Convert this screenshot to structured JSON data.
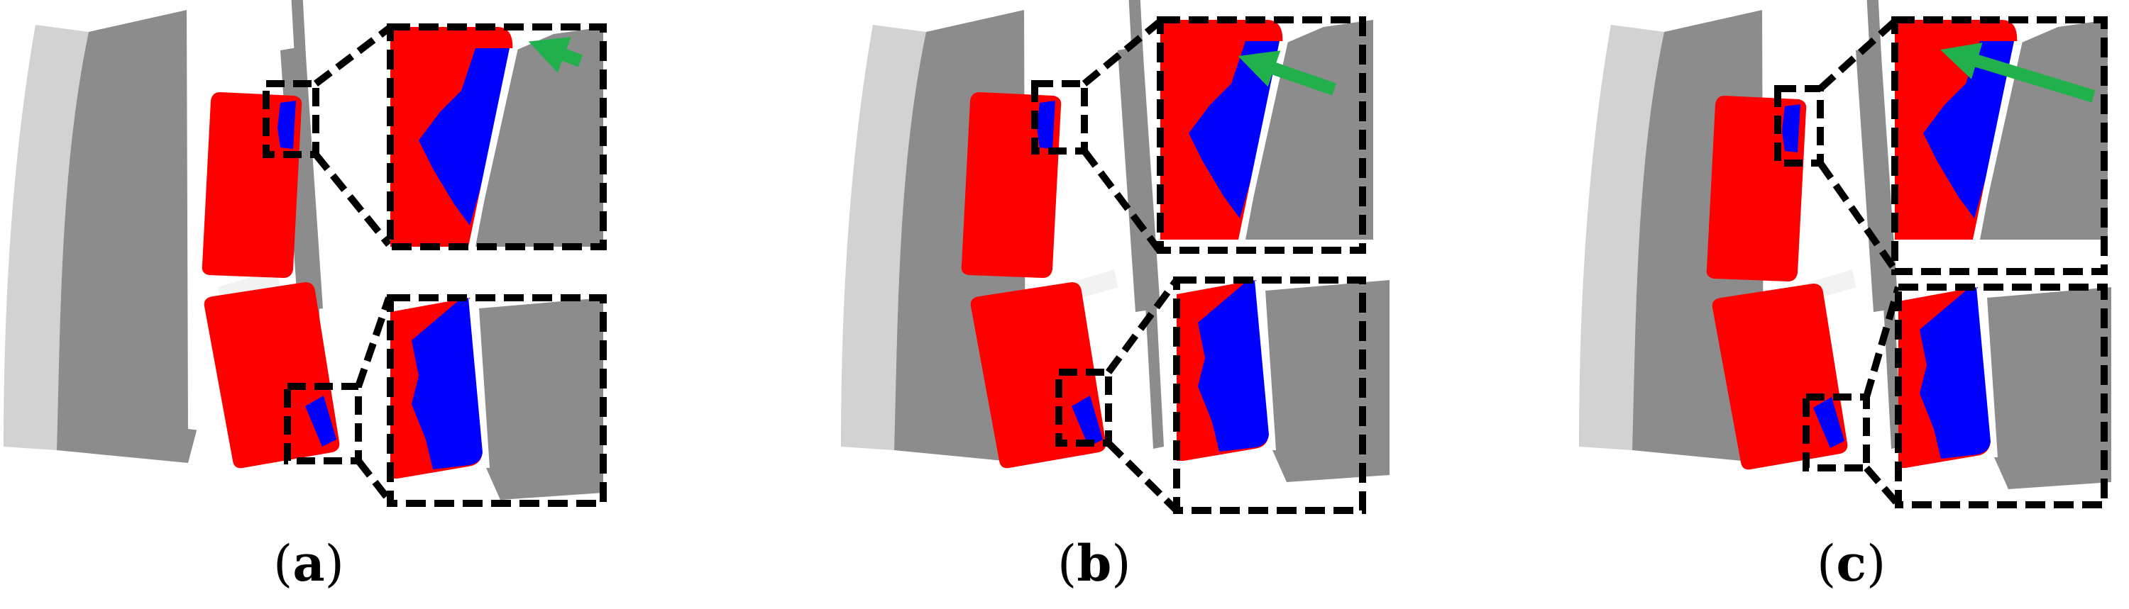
{
  "panels": [
    {
      "id": "a",
      "label_open": "(",
      "label_letter": "a",
      "label_close": ")"
    },
    {
      "id": "b",
      "label_open": "(",
      "label_letter": "b",
      "label_close": ")"
    },
    {
      "id": "c",
      "label_open": "(",
      "label_letter": "c",
      "label_close": ")"
    }
  ],
  "colors": {
    "magnet_red": "#ff0000",
    "demagnetized_blue": "#0000ff",
    "iron_gray": "#8c8c8c",
    "outer_light_gray": "#d2d2d2",
    "arrow_green": "#22b04c",
    "box_dash": "#000000",
    "background": "#ffffff"
  },
  "arrow_sizes": [
    "short",
    "medium",
    "long"
  ]
}
